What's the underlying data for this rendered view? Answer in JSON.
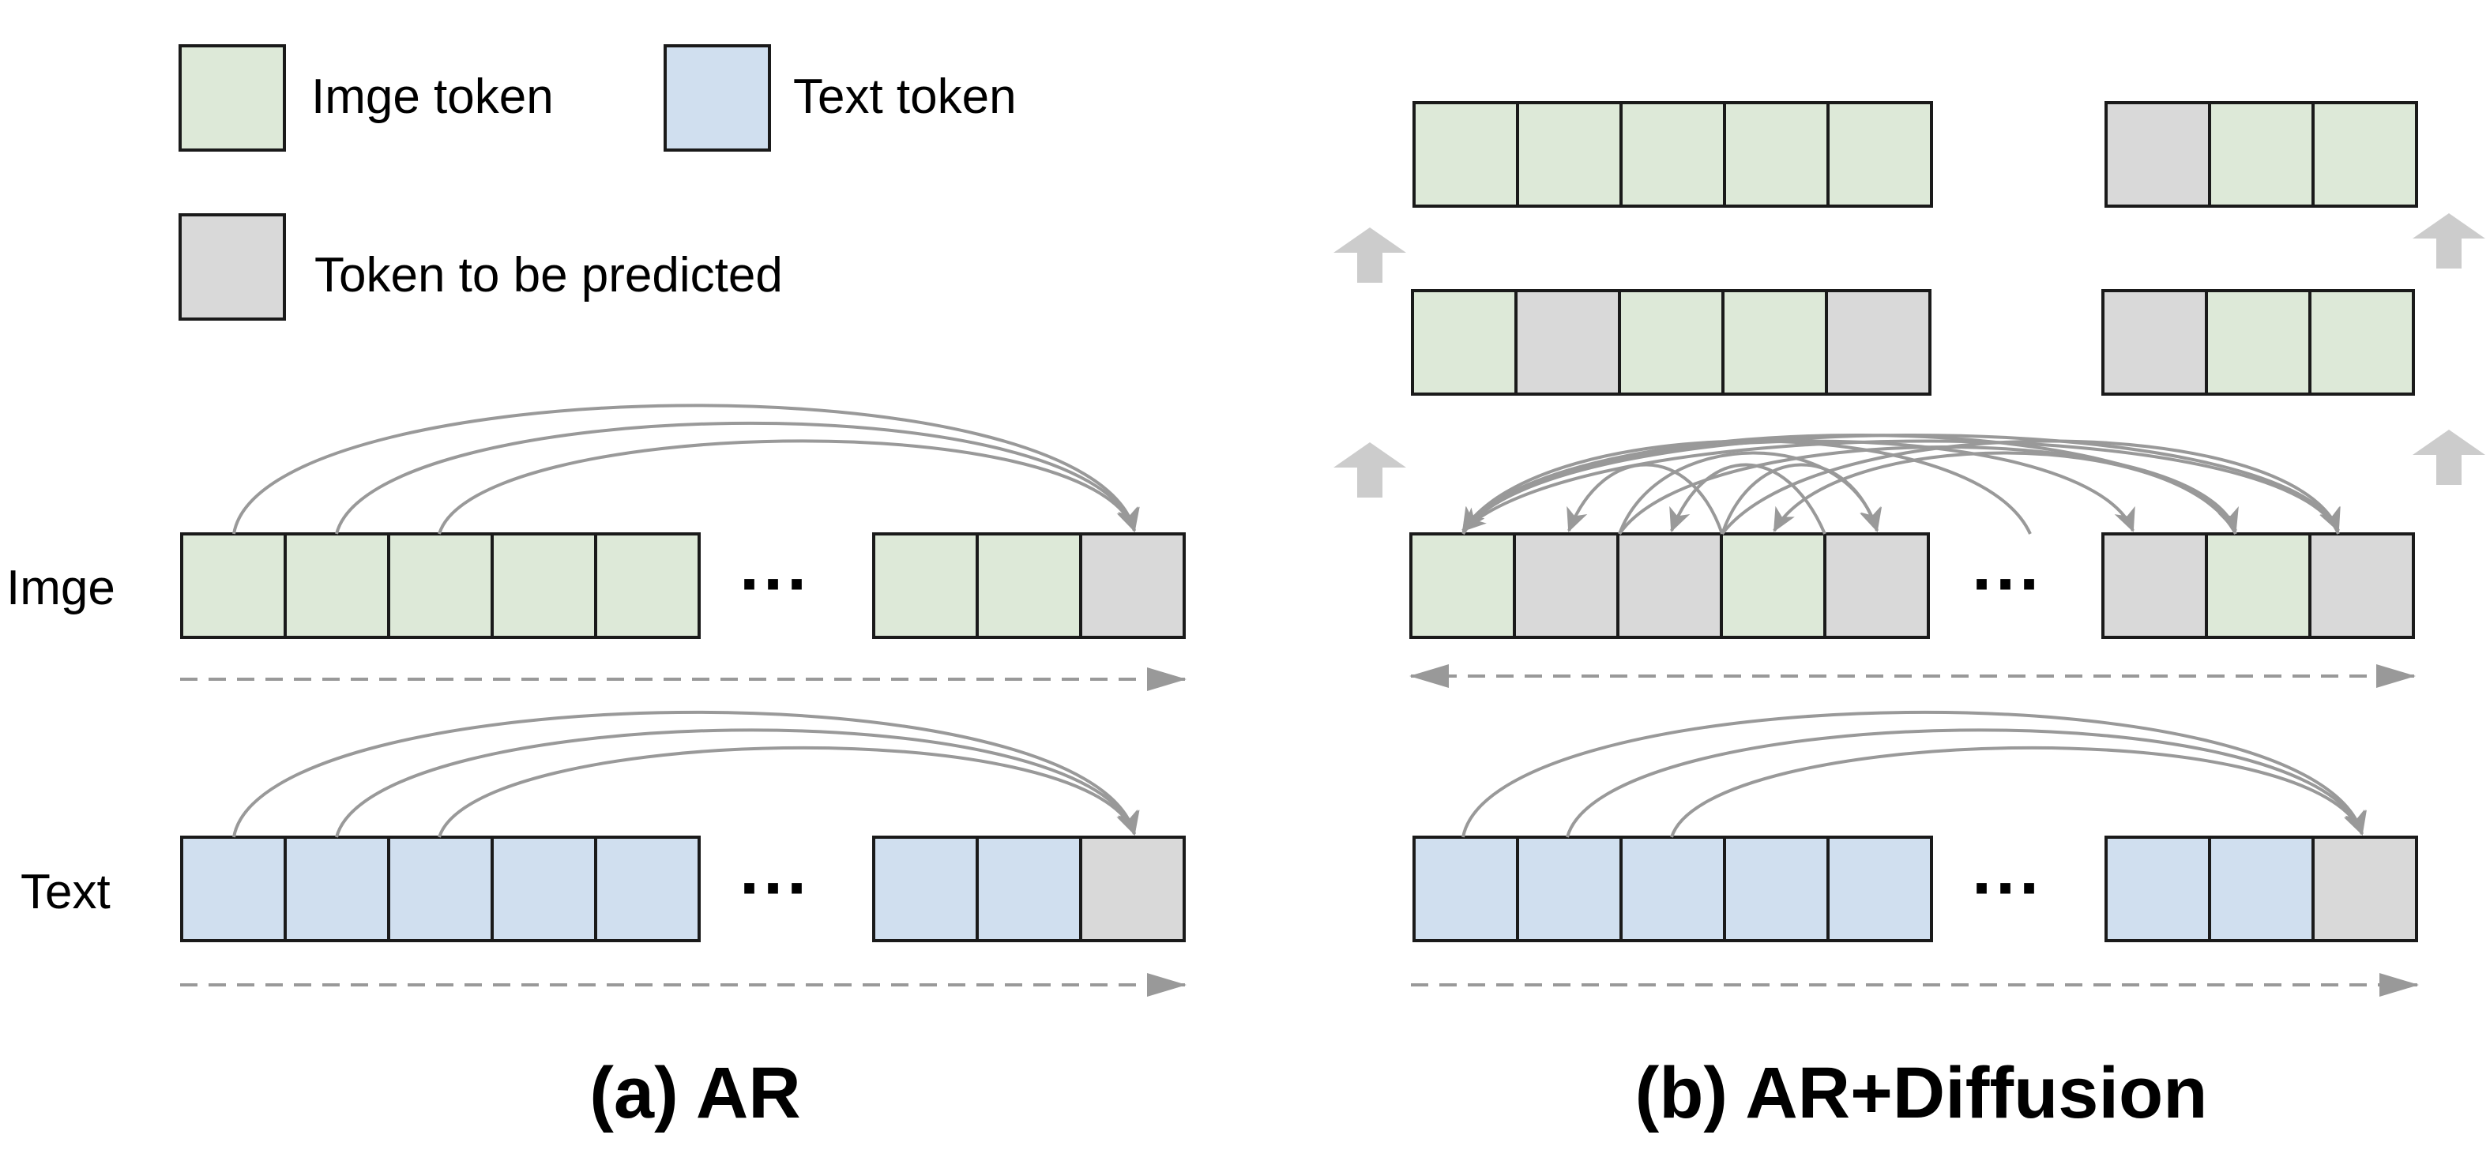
{
  "colors": {
    "image_token": "#dde9d8",
    "text_token": "#d0dfef",
    "predicted_token": "#d9d9d9",
    "border": "#1a1a1a",
    "arrow": "#999999",
    "up_arrow": "#cccccc"
  },
  "legend": {
    "image_token": "Imge token",
    "text_token": "Text token",
    "predicted_token": "Token to be predicted"
  },
  "row_labels": {
    "image": "Imge",
    "text": "Text"
  },
  "ellipsis": "···",
  "panels": {
    "ar": {
      "caption": "(a) AR",
      "image_row": [
        "image",
        "image",
        "image",
        "image",
        "image",
        "image",
        "image",
        "predicted"
      ],
      "text_row": [
        "text",
        "text",
        "text",
        "text",
        "text",
        "text",
        "text",
        "predicted"
      ]
    },
    "diffusion": {
      "caption": "(b) AR+Diffusion",
      "image_rows": [
        [
          "image",
          "image",
          "image",
          "image",
          "image",
          "predicted",
          "image",
          "image"
        ],
        [
          "image",
          "predicted",
          "image",
          "image",
          "predicted",
          "predicted",
          "image",
          "image"
        ],
        [
          "image",
          "predicted",
          "predicted",
          "image",
          "predicted",
          "predicted",
          "image",
          "predicted"
        ]
      ],
      "text_row": [
        "text",
        "text",
        "text",
        "text",
        "text",
        "text",
        "text",
        "predicted"
      ]
    }
  }
}
